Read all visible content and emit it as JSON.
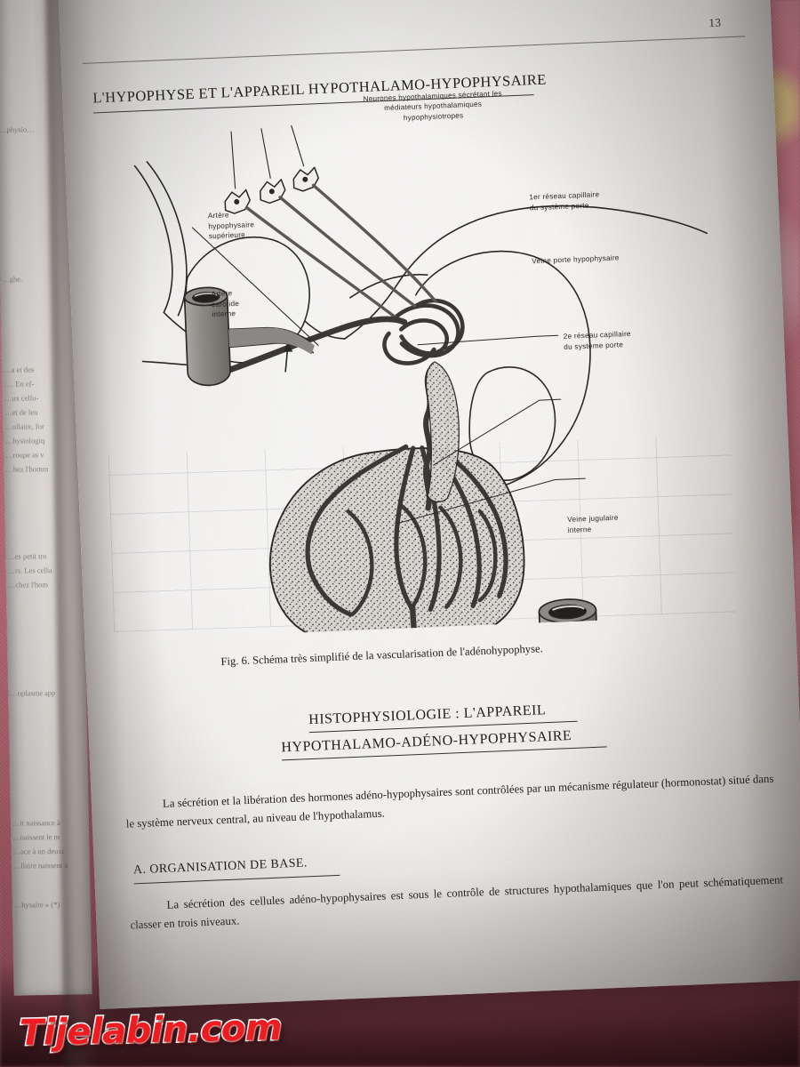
{
  "photo": {
    "subject": "scanned-textbook-page",
    "background_description": "pink floral fabric",
    "watermark": "Tijelabin.com",
    "watermark_color": "#ee1b20"
  },
  "left_page": {
    "fragments": [
      "…physio…",
      "…ghe.",
      "…a  et  des",
      "…. En  ef-",
      "…ux  cellu-",
      "…et  de  leu",
      "…ullaire, for",
      "…hysiologiq",
      "…roupe  as  v",
      "…hez l'homm",
      "…es petit tro",
      "…rs. Les cellu",
      "…chez l'hom",
      "…oplasme app",
      "…it  naissance à",
      "…naissent le m",
      "…ace à un deuxi",
      "…llaire naissent à",
      "…hysaire » (*)"
    ]
  },
  "page": {
    "folio": "13",
    "title": "L'HYPOPHYSE ET L'APPAREIL HYPOTHALAMO-HYPOPHYSAIRE",
    "caption": "Fig. 6. Schéma très simplifié de la vascularisation de l'adénohypophyse.",
    "heading_section": {
      "line1": "HISTOPHYSIOLOGIE : L'APPAREIL",
      "line2": "HYPOTHALAMO-ADÉNO-HYPOPHYSAIRE"
    },
    "paragraph_1": "La sécrétion et la libération des hormones adéno-hypophysaires sont contrôlées par un mécanisme régulateur (hormonostat) situé dans le système nerveux central, au niveau de l'hypothalamus.",
    "heading_a": "A. ORGANISATION DE BASE.",
    "paragraph_2": "La sécrétion des cellules adéno-hypophysaires est sous le contrôle de structures hypothalamiques que l'on peut schématiquement classer en trois niveaux."
  },
  "figure": {
    "id": "Fig. 6",
    "labels": {
      "neurones": "Neurones hypothalamiques sécrétant les\nmédiateurs hypothalamiques\nhypophysiotropes",
      "artere_hypophysaire": "Artère\nhypophysaire\nsupérieure",
      "artere_carotide": "Artère\ncarotide\ninterne",
      "reseau1": "1er réseau capillaire\ndu système porte",
      "veine_porte": "Veine porte hypophysaire",
      "reseau2": "2e réseau capillaire\ndu système porte",
      "veine_jugulaire": "Veine jugulaire\ninterne"
    },
    "colors": {
      "ink": "#2b2927",
      "vessel_fill": "#8b8885",
      "vessel_dark": "#4a4745",
      "gland_stipple": "#cfccc8"
    }
  }
}
